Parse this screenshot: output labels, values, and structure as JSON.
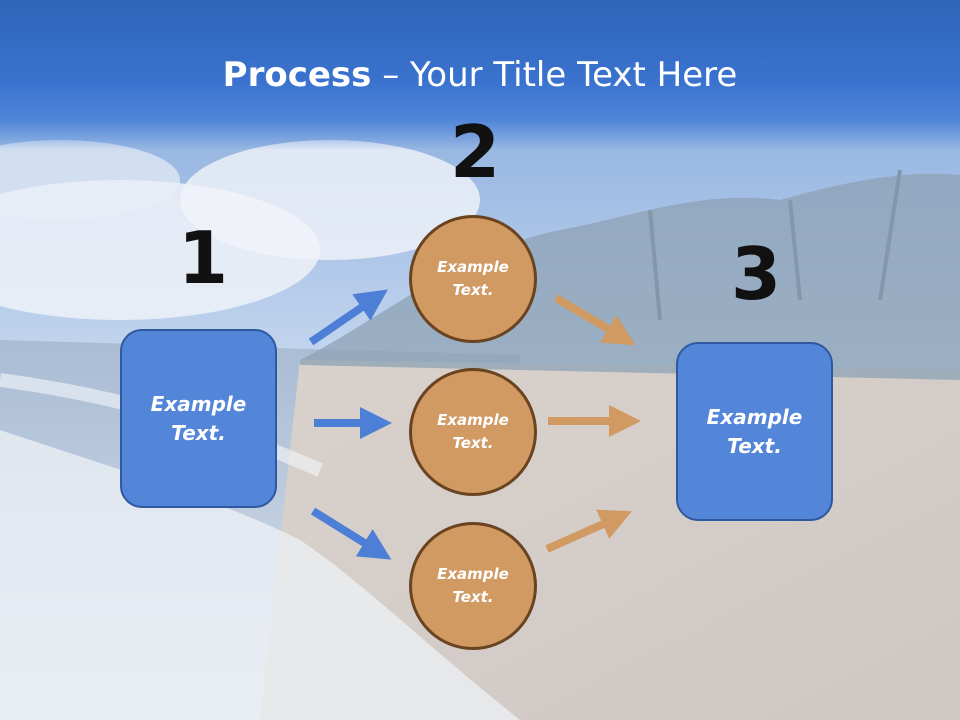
{
  "title": {
    "bold": "Process",
    "dash": " – ",
    "rest": "Your Title Text Here"
  },
  "steps": {
    "one": {
      "number": "1",
      "text": "Example\nText."
    },
    "two": {
      "number": "2"
    },
    "three": {
      "number": "3",
      "text": "Example\nText."
    }
  },
  "circles": [
    {
      "text": "Example\nText."
    },
    {
      "text": "Example\nText."
    },
    {
      "text": "Example\nText."
    }
  ],
  "colors": {
    "header_blue": "#3a73cf",
    "box_blue": "#5385d8",
    "circle_tan": "#d09a62",
    "circle_border": "#6a4320",
    "arrow_blue": "#4d7fd6",
    "arrow_tan": "#d09a62"
  },
  "background": "beach-with-palm-trees"
}
